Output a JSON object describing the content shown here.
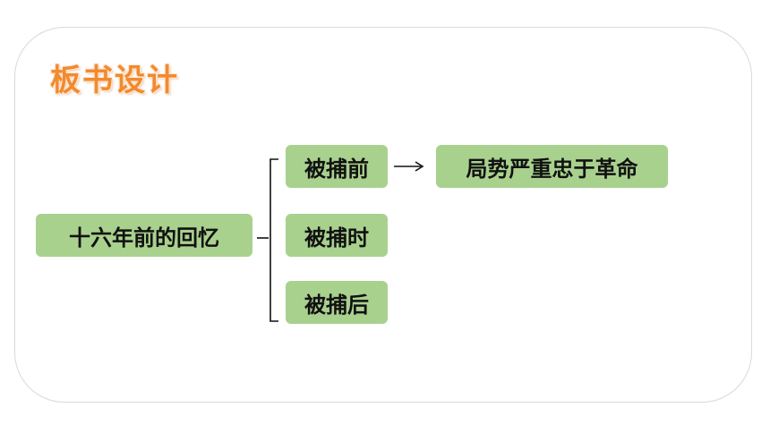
{
  "title": "板书设计",
  "root": "十六年前的回忆",
  "branches": [
    {
      "label": "被捕前",
      "result": "局势严重忠于革命"
    },
    {
      "label": "被捕时"
    },
    {
      "label": "被捕后"
    }
  ],
  "colors": {
    "title": "#f28a2f",
    "box_fill": "#a9d18e",
    "card_border": "#d9d9d9",
    "line": "#111111"
  }
}
